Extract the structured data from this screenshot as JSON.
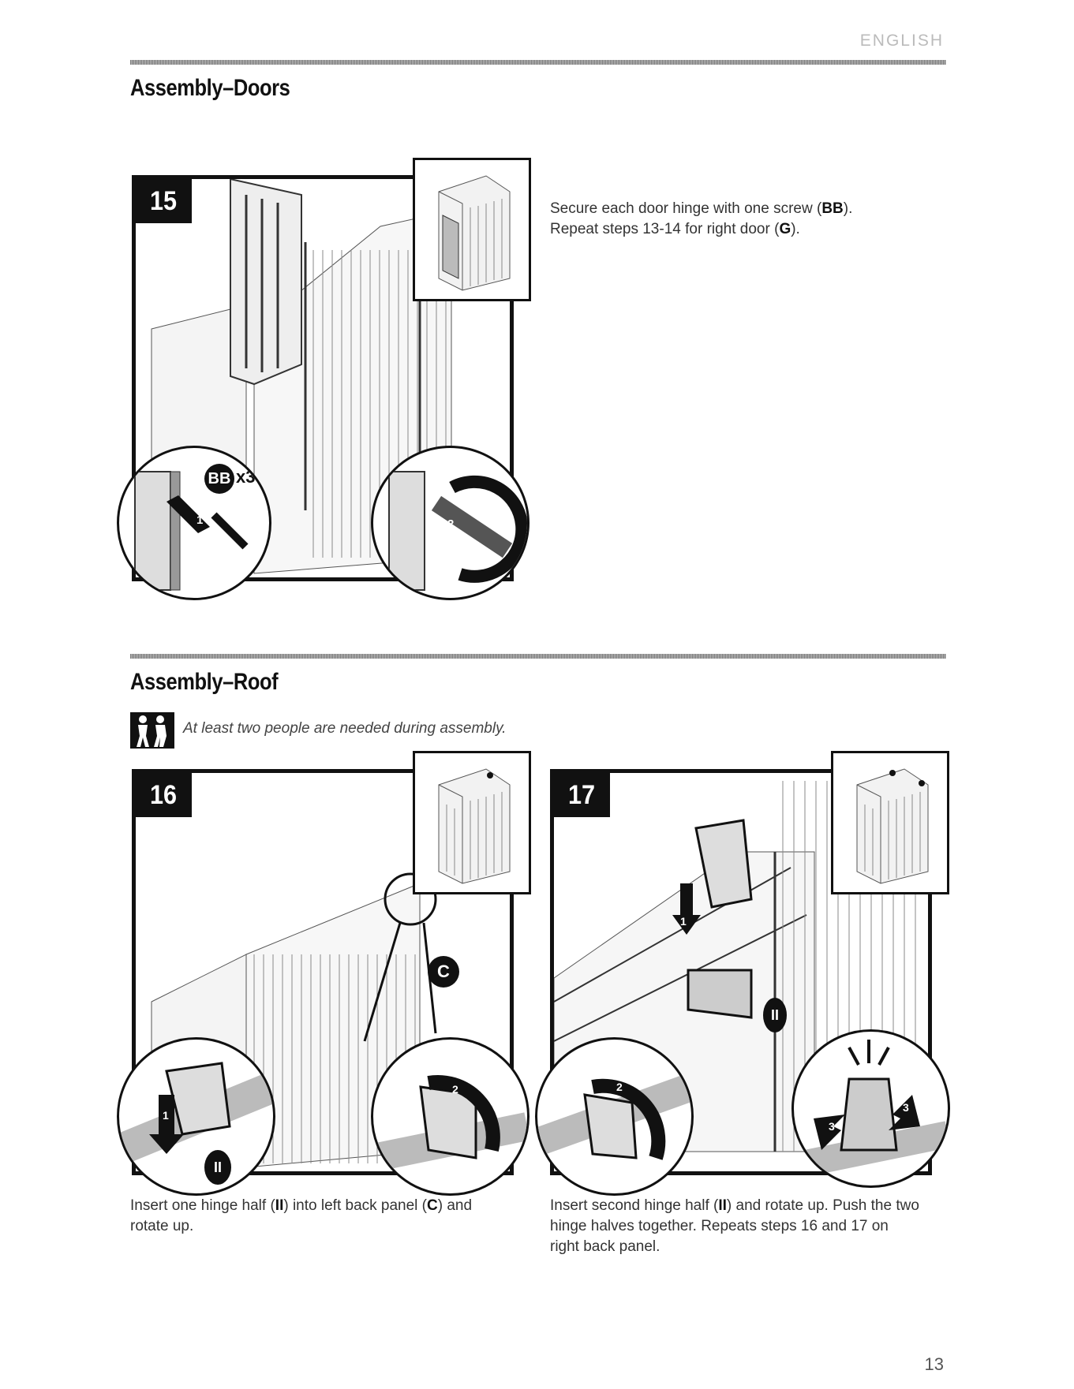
{
  "header": {
    "language": "ENGLISH",
    "page_number": "13"
  },
  "doors": {
    "title": "Assembly–Doors",
    "step": {
      "number": "15",
      "badge": "BB",
      "qty": "x3",
      "arrow1": "1",
      "arrow2": "2",
      "line1_pre": "Secure each door hinge with one screw (",
      "line1_bold": "BB",
      "line1_post": ").",
      "line2_pre": "Repeat steps 13-14 for right door (",
      "line2_bold": "G",
      "line2_post": ")."
    }
  },
  "roof": {
    "title": "Assembly–Roof",
    "note": "At least two people are needed during assembly.",
    "icon": "two-people-icon",
    "step16": {
      "number": "16",
      "badge_c": "C",
      "badge_ii": "II",
      "arrow1": "1",
      "arrow2": "2",
      "text_pre": "Insert one hinge half (",
      "text_b1": "II",
      "text_mid": ") into left back panel (",
      "text_b2": "C",
      "text_post": ") and rotate up."
    },
    "step17": {
      "number": "17",
      "badge_ii": "II",
      "arrow1": "1",
      "arrow2": "2",
      "arrow3": "3",
      "text_pre": "Insert second hinge half (",
      "text_b1": "II",
      "text_post": ") and rotate up. Push the two hinge halves together. Repeats steps 16 and 17 on right back panel."
    }
  }
}
